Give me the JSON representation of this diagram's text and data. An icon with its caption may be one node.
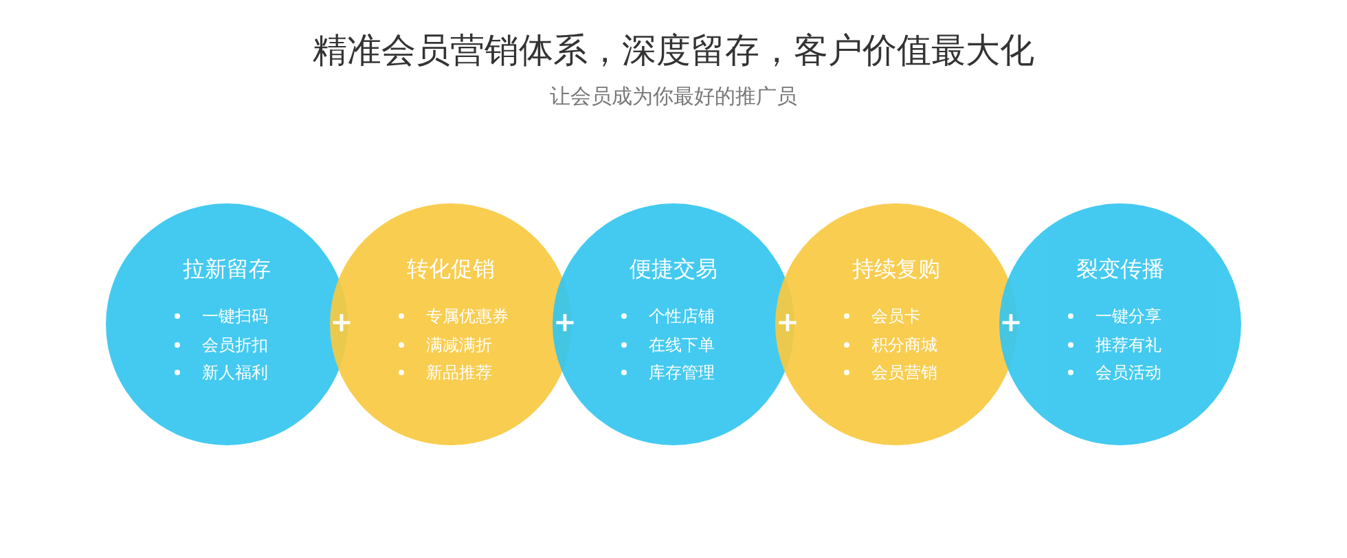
{
  "diagram": {
    "title": "精准会员营销体系，深度留存，客户价值最大化",
    "nodes": [
      {
        "text": [
          "拉新留存",
          "一键扫码",
          "会员折扣",
          "新人福利"
        ]
      },
      {
        "text": [
          "转化促销",
          "专属优惠券",
          "满减满折",
          "新品推荐"
        ]
      },
      {
        "text": [
          "便捷交易",
          "个性店铺",
          "在线下单",
          "库存管理"
        ]
      },
      {
        "text": [
          "持续复购",
          "会员卡",
          "积分商城",
          "会员营销"
        ]
      },
      {
        "text": [
          "裂变传播",
          "一键分享",
          "推荐有礼",
          "会员活动"
        ]
      }
    ],
    "labels": [
      "让会员成为你最好的推广员",
      "+",
      "+",
      "+",
      "+"
    ]
  }
}
